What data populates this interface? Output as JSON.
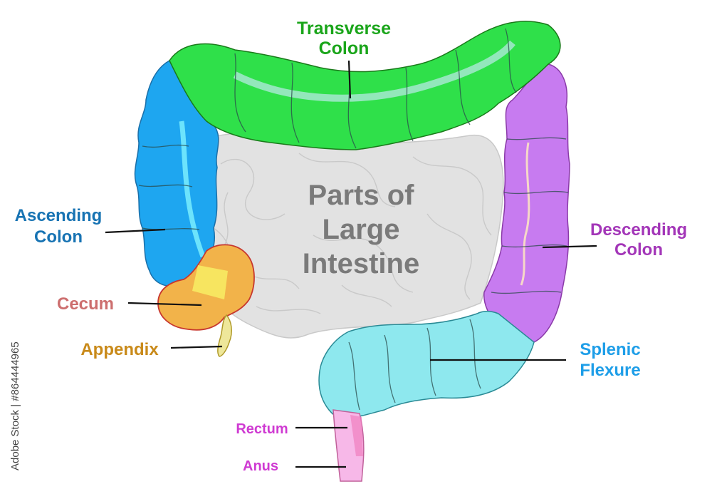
{
  "title_lines": [
    "Parts of",
    "Large",
    "Intestine"
  ],
  "labels": {
    "transverse": [
      "Transverse",
      "Colon"
    ],
    "ascending": [
      "Ascending",
      "Colon"
    ],
    "descending": [
      "Descending",
      "Colon"
    ],
    "cecum": "Cecum",
    "appendix": "Appendix",
    "splenic": [
      "Splenic",
      "Flexure"
    ],
    "rectum": "Rectum",
    "anus": "Anus"
  },
  "watermark": "Adobe Stock | #864444965",
  "colors": {
    "transverse": "#2fe04a",
    "transverse_label": "#1aa51a",
    "ascending": "#1ea6f0",
    "ascending_label": "#1773b3",
    "descending": "#c77bf0",
    "descending_label": "#a336b8",
    "cecum": "#f2b34a",
    "cecum_label": "#cd6f6f",
    "appendix": "#eee79a",
    "appendix_label": "#c98a1a",
    "splenic": "#8ee8ee",
    "splenic_label": "#1e9ee8",
    "rectum": "#f7b8e8",
    "rectum_label": "#cf3ad2",
    "small_intestine": "#e2e2e2",
    "title_text": "#7a7a7a"
  }
}
